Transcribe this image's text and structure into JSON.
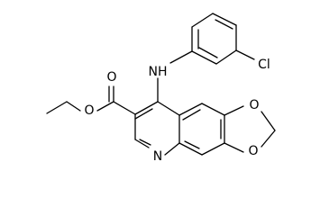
{
  "molecule": {
    "atoms": {
      "n_amine": "NH",
      "chlorine": "Cl",
      "carbonyl_o": "O",
      "ester_o": "O",
      "ring_n": "N",
      "dioxole_o_top": "O",
      "dioxole_o_bottom": "O"
    }
  }
}
